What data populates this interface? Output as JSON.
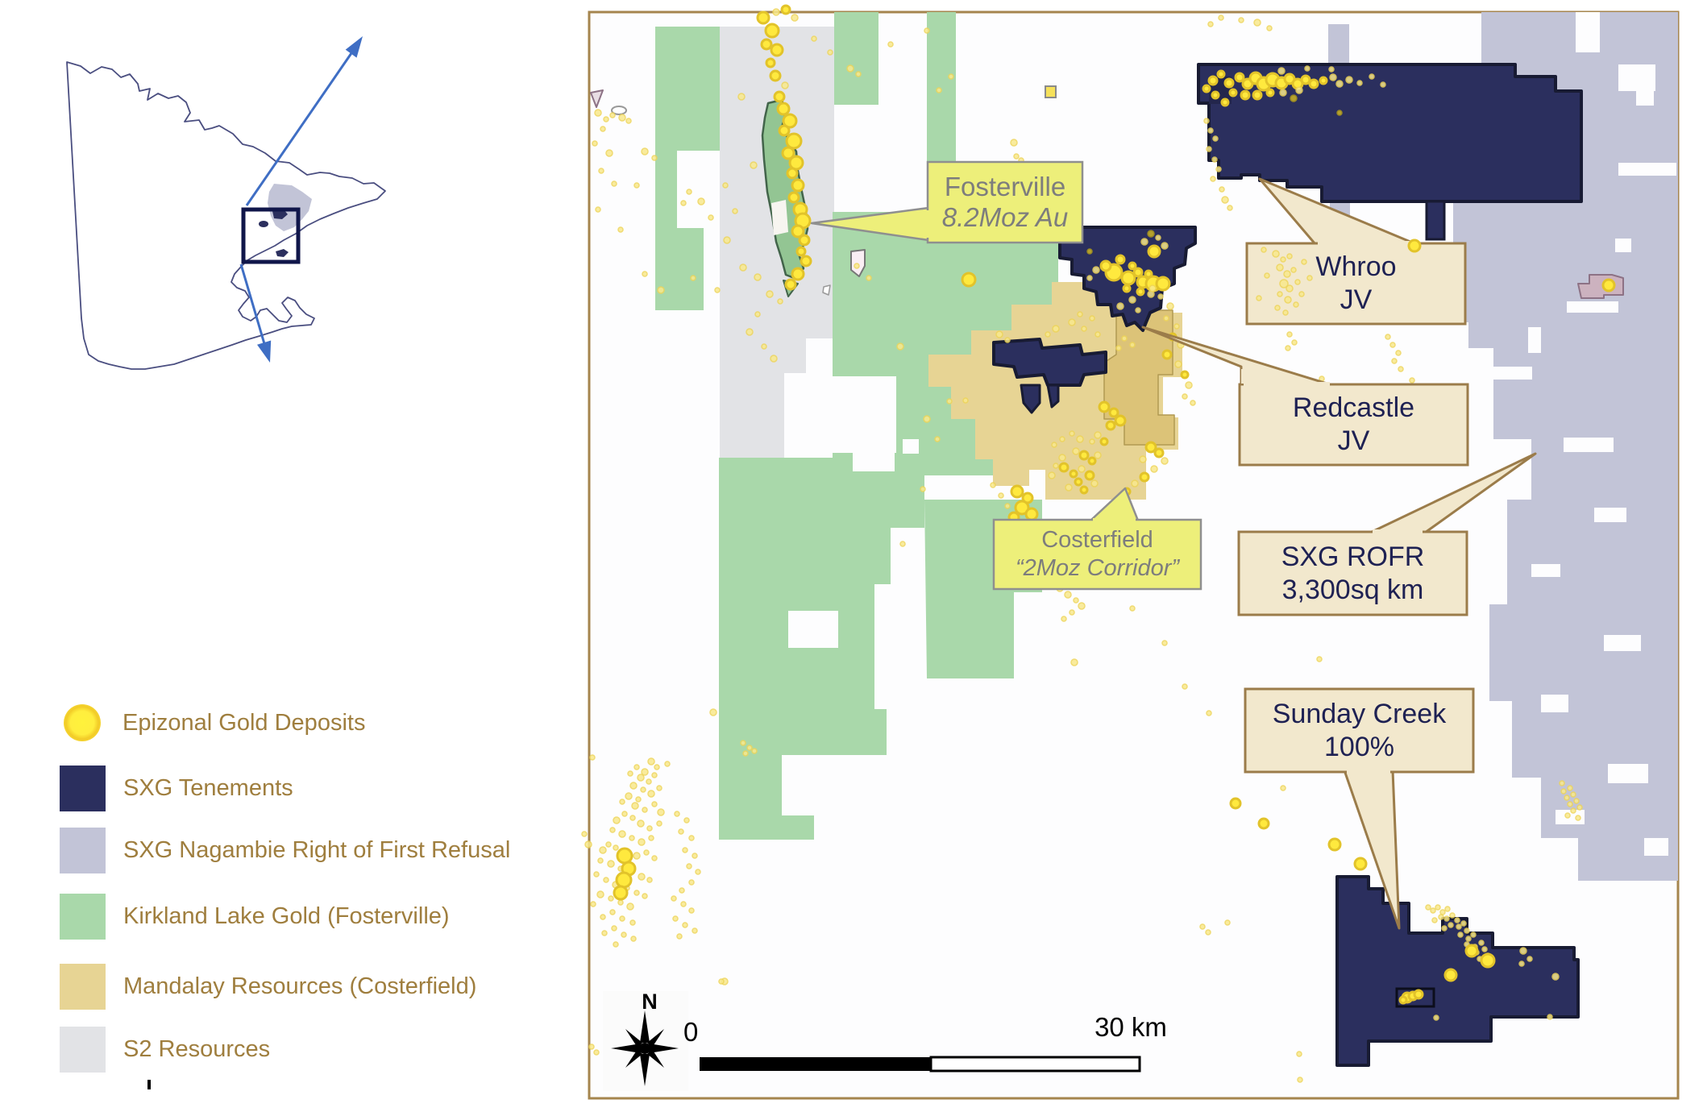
{
  "colors": {
    "frame": "#a5854e",
    "map_bg": "#fdfdfe",
    "navy": "#2b2f5e",
    "navy_stroke": "#181b33",
    "navy_dark": "#23264c",
    "lavender": "#c2c4d7",
    "green": "#a9d8aa",
    "green_dark": "#93c593",
    "green_dark_stroke": "#42644a",
    "tan": "#e7d494",
    "tan_dark": "#dcc378",
    "tan_dark_stroke": "#b19a52",
    "gray": "#e2e3e6",
    "pink": "#ccb2bf",
    "pink_stroke": "#8d7285",
    "light_pink": "#faeef4",
    "dot_bright": "#ffe93e",
    "dot_bright_stroke": "#e2c32a",
    "dot_pale": "#f9e98c",
    "dot_pale_stroke": "#eed559",
    "dot_olive": "#b5a12c",
    "callout_yellow": "#edef7a",
    "callout_yellow_stroke": "#8f8f8f",
    "callout_yellow_text": "#7d7d7d",
    "callout_tan": "#f2e8cd",
    "callout_tan_stroke": "#9b7c4a",
    "callout_tan_text": "#1e2153",
    "legend_text": "#9f7e3e",
    "victoria_outline": "#4a4e80",
    "arrow_blue": "#3f6ec4",
    "scale_black": "#000000"
  },
  "legend": {
    "items": [
      {
        "id": "epizonal-gold-deposits",
        "label": "Epizonal Gold Deposits",
        "swatch": "dot"
      },
      {
        "id": "sxg-tenements",
        "label": "SXG Tenements",
        "swatch": "navy"
      },
      {
        "id": "sxg-nagambie-rofr",
        "label": "SXG Nagambie Right of First Refusal",
        "swatch": "lavender"
      },
      {
        "id": "kirkland-lake-gold",
        "label": "Kirkland Lake Gold (Fosterville)",
        "swatch": "green"
      },
      {
        "id": "mandalay-resources",
        "label": "Mandalay Resources (Costerfield)",
        "swatch": "tan"
      },
      {
        "id": "s2-resources",
        "label": "S2 Resources",
        "swatch": "gray"
      }
    ]
  },
  "map": {
    "compass_label": "N",
    "scale": {
      "start_label": "0",
      "end_label": "30 km"
    },
    "callouts": [
      {
        "id": "fosterville",
        "theme": "yellow",
        "line1": "Fosterville",
        "line2": "8.2Moz Au",
        "italic2": true
      },
      {
        "id": "whroo",
        "theme": "tan",
        "line1": "Whroo",
        "line2": "JV",
        "italic2": false
      },
      {
        "id": "redcastle",
        "theme": "tan",
        "line1": "Redcastle",
        "line2": "JV",
        "italic2": false
      },
      {
        "id": "costerfield",
        "theme": "yellow",
        "line1": "Costerfield",
        "line2": "“2Moz Corridor”",
        "italic2": true
      },
      {
        "id": "sxg-rofr",
        "theme": "tan",
        "line1": "SXG ROFR",
        "line2": "3,300sq km",
        "italic2": false
      },
      {
        "id": "sunday-creek",
        "theme": "tan",
        "line1": "Sunday Creek",
        "line2": "100%",
        "italic2": false
      }
    ]
  }
}
